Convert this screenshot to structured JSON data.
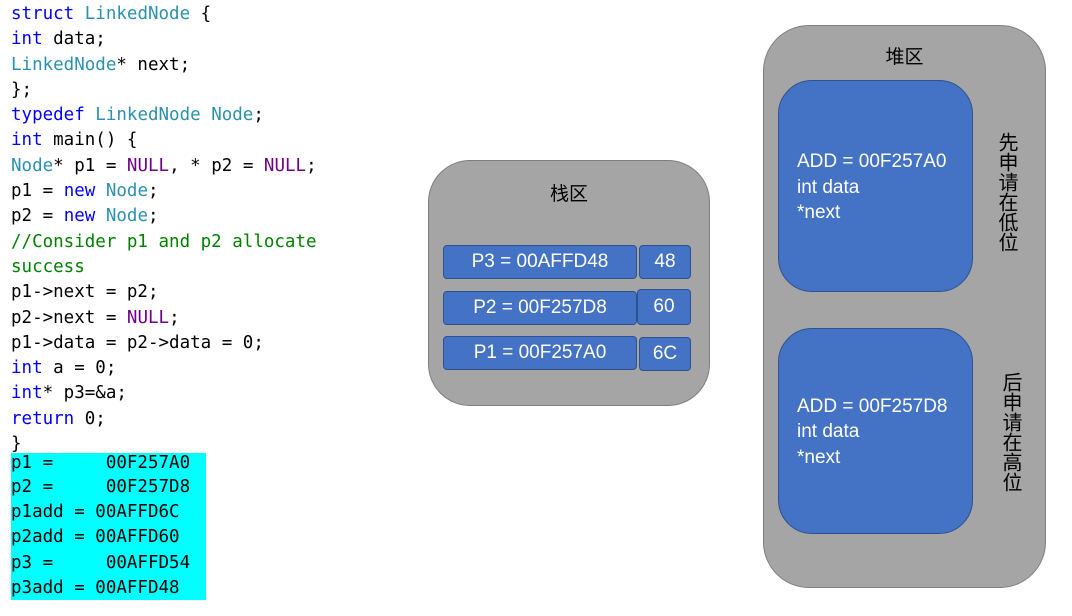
{
  "code": {
    "lines": [
      [
        {
          "t": "struct ",
          "c": "k"
        },
        {
          "t": "LinkedNode",
          "c": "t"
        },
        {
          "t": " {",
          "c": "p"
        }
      ],
      [
        {
          "t": "int",
          "c": "k"
        },
        {
          "t": " data;",
          "c": "p"
        }
      ],
      [
        {
          "t": "LinkedNode",
          "c": "t"
        },
        {
          "t": "* next;",
          "c": "p"
        }
      ],
      [
        {
          "t": "};",
          "c": "p"
        }
      ],
      [
        {
          "t": "typedef ",
          "c": "k"
        },
        {
          "t": "LinkedNode",
          "c": "t"
        },
        {
          "t": " ",
          "c": "p"
        },
        {
          "t": "Node",
          "c": "t"
        },
        {
          "t": ";",
          "c": "p"
        }
      ],
      [
        {
          "t": "int",
          "c": "k"
        },
        {
          "t": " main() {",
          "c": "p"
        }
      ],
      [
        {
          "t": "Node",
          "c": "t"
        },
        {
          "t": "* p1 = ",
          "c": "p"
        },
        {
          "t": "NULL",
          "c": "m"
        },
        {
          "t": ", * p2 = ",
          "c": "p"
        },
        {
          "t": "NULL",
          "c": "m"
        },
        {
          "t": ";",
          "c": "p"
        }
      ],
      [
        {
          "t": "p1 = ",
          "c": "p"
        },
        {
          "t": "new ",
          "c": "k"
        },
        {
          "t": "Node",
          "c": "t"
        },
        {
          "t": ";",
          "c": "p"
        }
      ],
      [
        {
          "t": "p2 = ",
          "c": "p"
        },
        {
          "t": "new ",
          "c": "k"
        },
        {
          "t": "Node",
          "c": "t"
        },
        {
          "t": ";",
          "c": "p"
        }
      ],
      [
        {
          "t": "//Consider p1 and p2 allocate",
          "c": "c"
        }
      ],
      [
        {
          "t": "success",
          "c": "c"
        }
      ],
      [
        {
          "t": "p1->next = p2;",
          "c": "p"
        }
      ],
      [
        {
          "t": "p2->next = ",
          "c": "p"
        },
        {
          "t": "NULL",
          "c": "m"
        },
        {
          "t": ";",
          "c": "p"
        }
      ],
      [
        {
          "t": "p1->data = p2->data = 0;",
          "c": "p"
        }
      ],
      [
        {
          "t": "int",
          "c": "k"
        },
        {
          "t": " a = 0;",
          "c": "p"
        }
      ],
      [
        {
          "t": "int",
          "c": "k"
        },
        {
          "t": "* p3=&a;",
          "c": "p"
        }
      ],
      [
        {
          "t": "return",
          "c": "k"
        },
        {
          "t": " 0;",
          "c": "p"
        }
      ],
      [
        {
          "t": "}",
          "c": "p"
        }
      ]
    ],
    "highlight_bg": "#00ffff",
    "output": [
      "p1 =     00F257A0",
      "p2 =     00F257D8",
      "p1add = 00AFFD6C",
      "p2add = 00AFFD60",
      "p3 =     00AFFD54",
      "p3add = 00AFFD48"
    ]
  },
  "stack": {
    "title": "栈区",
    "rows": [
      {
        "label": "P3 = 00AFFD48",
        "offset": "48"
      },
      {
        "label": "P2 = 00F257D8",
        "offset": "60"
      },
      {
        "label": "P1 =  00F257A0",
        "offset": "6C"
      }
    ]
  },
  "heap": {
    "title": "堆区",
    "nodes": [
      {
        "lines": [
          "ADD = 00F257A0",
          "int data",
          "*next"
        ],
        "note": "先申请在低位"
      },
      {
        "lines": [
          "ADD = 00F257D8",
          "int data",
          "*next"
        ],
        "note": "后申请在高位"
      }
    ]
  },
  "colors": {
    "region_fill": "#a5a5a5",
    "block_fill": "#4472c4",
    "keyword": "#0000ff",
    "type": "#2b91af",
    "macro": "#6f008a",
    "comment": "#008000"
  }
}
